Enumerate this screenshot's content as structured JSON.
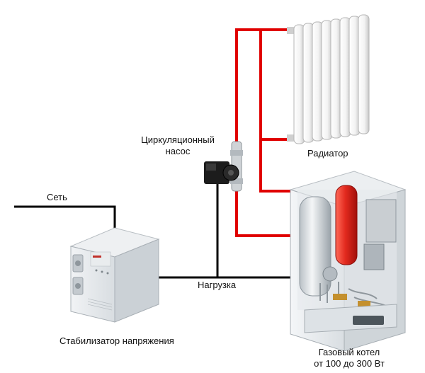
{
  "labels": {
    "network": "Сеть",
    "pump_line1": "Циркуляционный",
    "pump_line2": "насос",
    "radiator": "Радиатор",
    "load": "Нагрузка",
    "stabilizer": "Стабилизатор напряжения",
    "boiler_line1": "Газовый котел",
    "boiler_line2": "от 100 до 300 Вт"
  },
  "colors": {
    "hot_pipe": "#e00000",
    "cable": "#000000",
    "boiler_tank": "#d21b1b",
    "stabilizer_body": "#dfe3e6",
    "radiator_body": "#f2f2f2",
    "pump_body": "#1c1c1c"
  },
  "icons": {
    "stabilizer": "voltage-stabilizer-icon",
    "pump": "circulation-pump-icon",
    "radiator": "radiator-icon",
    "boiler": "gas-boiler-icon"
  }
}
